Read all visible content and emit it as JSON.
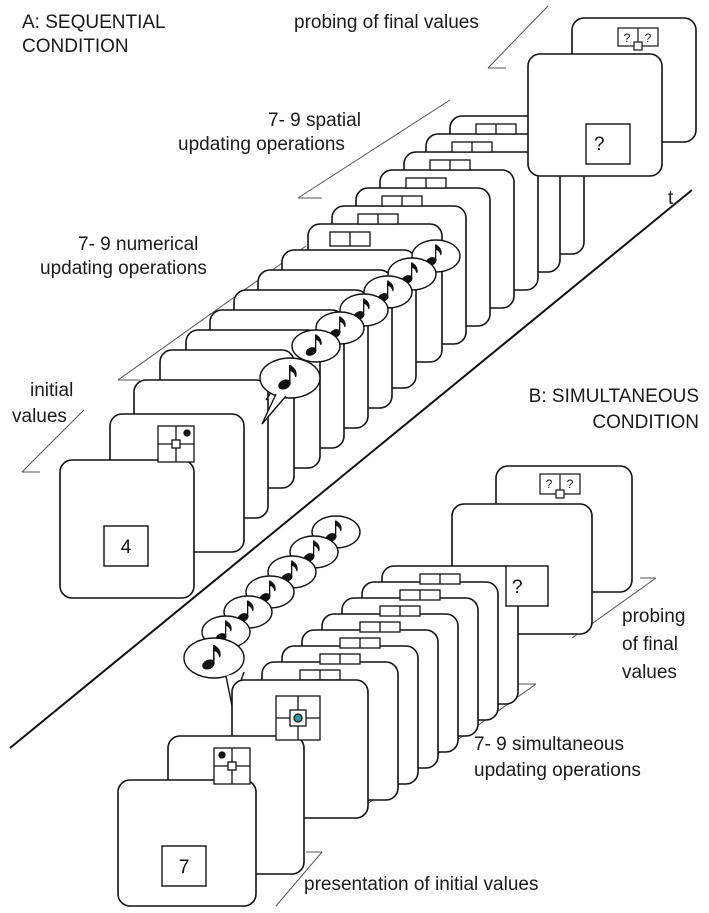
{
  "panel_a": {
    "title_line1": "A: SEQUENTIAL",
    "title_line2": "CONDITION",
    "probing": "probing of final values",
    "spatial_line1": "7- 9 spatial",
    "spatial_line2": "updating operations",
    "numerical_line1": "7- 9 numerical",
    "numerical_line2": "updating operations",
    "initial_line1": "initial",
    "initial_line2": "values",
    "initial_digit": "4",
    "probe_box_q": "?",
    "probe_grid_q1": "?",
    "probe_grid_q2": "?"
  },
  "panel_b": {
    "title_line1": "B: SIMULTANEOUS",
    "title_line2": "CONDITION",
    "probing_line1": "probing",
    "probing_line2": "of final",
    "probing_line3": "values",
    "simultaneous_line1": "7- 9 simultaneous",
    "simultaneous_line2": "updating operations",
    "presentation": "presentation of initial values",
    "initial_digit": "7",
    "probe_box_q": "?",
    "probe_grid_q1": "?",
    "probe_grid_q2": "?"
  },
  "axis": {
    "time_label": "t"
  },
  "colors": {
    "ink": "#111111",
    "teal_dot": "#2a9d9d",
    "background": "#ffffff"
  }
}
